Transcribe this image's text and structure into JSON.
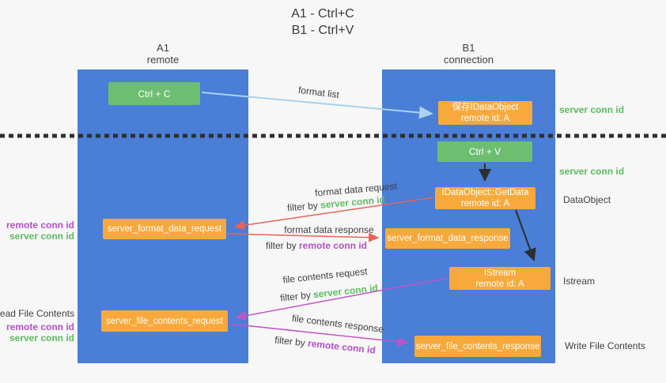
{
  "title": {
    "line1": "A1 - Ctrl+C",
    "line2": "B1 - Ctrl+V"
  },
  "lane_a": {
    "name": "A1",
    "role": "remote"
  },
  "lane_b": {
    "name": "B1",
    "role": "connection"
  },
  "nodes": {
    "ctrl_c": "Ctrl + C",
    "save_idataobject": {
      "line1": "保存IDataObject",
      "line2": "remote id: A"
    },
    "ctrl_v": "Ctrl + V",
    "getdata": {
      "line1": "IDataObject::GetData",
      "line2": "remote id: A"
    },
    "format_request": "server_format_data_request",
    "format_response": "server_format_data_response",
    "istream": {
      "line1": "IStream",
      "line2": "remote id: A"
    },
    "file_request": "server_file_contents_request",
    "file_response": "server_file_contents_response"
  },
  "edges": {
    "format_list": {
      "label": "format list"
    },
    "format_data_request": {
      "label": "format data request",
      "filter_prefix": "filter by ",
      "filter_key": "server conn id"
    },
    "format_data_response": {
      "label": "format data response",
      "filter_prefix": "filter by ",
      "filter_key": "remote conn id"
    },
    "file_contents_request": {
      "label": "file contents request",
      "filter_prefix": "filter by ",
      "filter_key": "server conn id"
    },
    "file_contents_response": {
      "label": "file contents response",
      "filter_prefix": "filter by ",
      "filter_key": "remote conn id"
    }
  },
  "annotations": {
    "right_top_server_conn": "server conn id",
    "right_mid_server_conn": "server conn id",
    "right_dataobject": "DataObject",
    "right_istream": "Istream",
    "right_write_file": "Write File Contents",
    "left_format": {
      "remote": "remote conn id",
      "server": "server conn id"
    },
    "left_file": {
      "title": "Read File Contents",
      "remote": "remote conn id",
      "server": "server conn id"
    }
  },
  "colors": {
    "lane_blue": "#4a7ed7",
    "box_green": "#6dbe71",
    "box_orange": "#f8a93b",
    "arrow_blue": "#a9d2f0",
    "arrow_red": "#ea6257",
    "arrow_purple": "#c155c7",
    "arrow_black": "#2e2e2e",
    "text_green": "#5cbb5f",
    "text_purple": "#b44fc8",
    "text_dark": "#3f3f3f"
  }
}
